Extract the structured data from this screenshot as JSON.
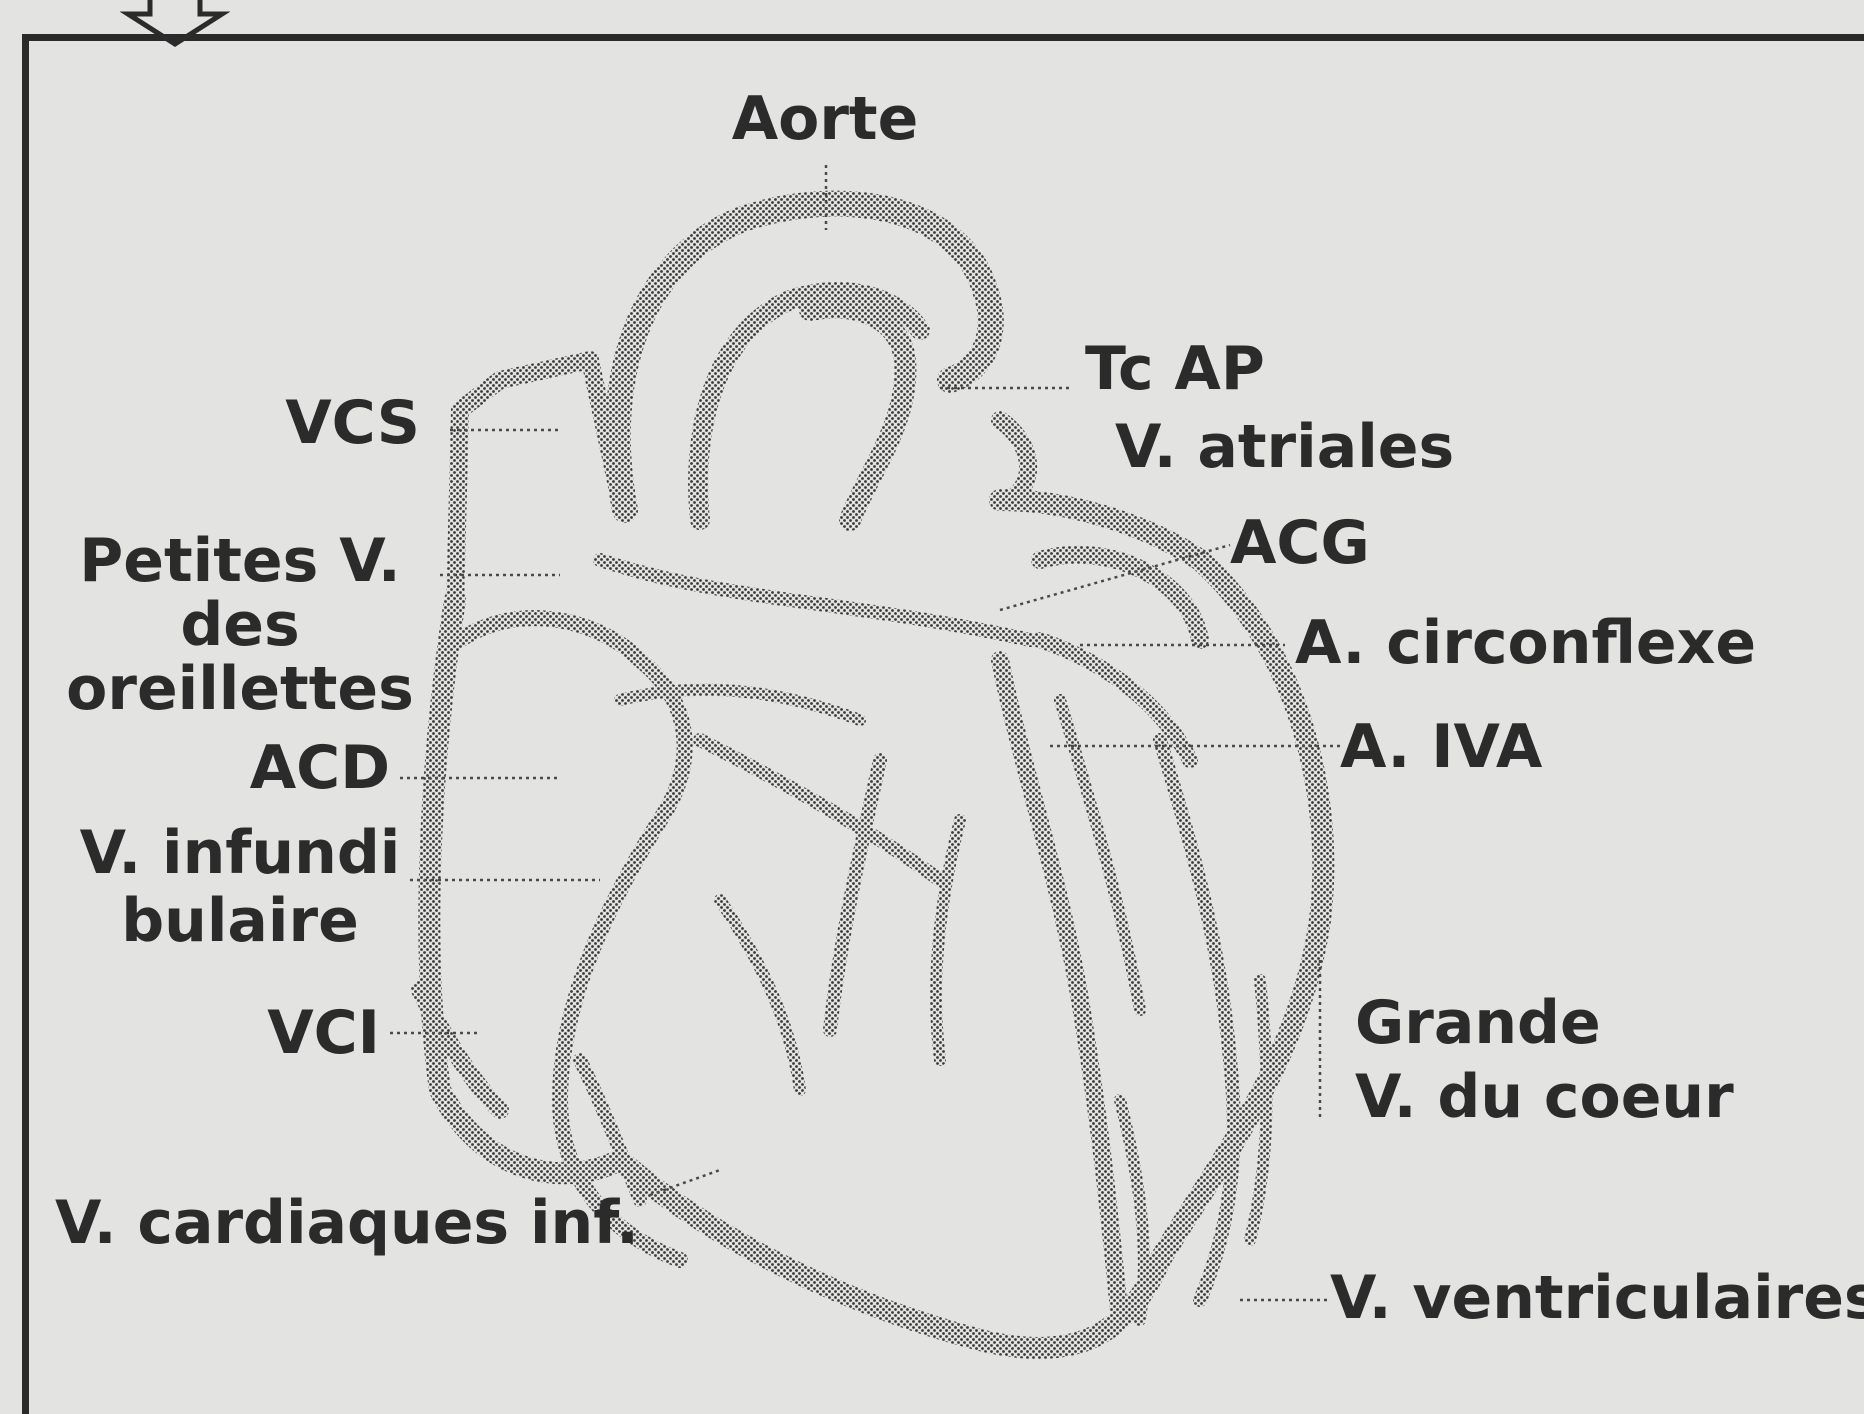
{
  "labels": {
    "aorte": "Aorte",
    "vcs": "VCS",
    "tc_ap": "Tc AP",
    "v_atriales": "V. atriales",
    "acg": "ACG",
    "petites_v_1": "Petites V.",
    "petites_v_2": "des",
    "petites_v_3": "oreillettes",
    "a_circonflexe": "A. circonflexe",
    "acd": "ACD",
    "a_iva": "A. IVA",
    "v_infundi_1": "V. infundi",
    "v_infundi_2": "bulaire",
    "vci": "VCI",
    "grande_1": "Grande",
    "grande_2": "V. du coeur",
    "v_cardiaques_inf": "V. cardiaques inf.",
    "v_ventriculaires": "V. ventriculaires"
  },
  "colors": {
    "ink": "#2b2b2b",
    "background": "#e3e4e2",
    "bleed_through": "#c9cbc8"
  }
}
